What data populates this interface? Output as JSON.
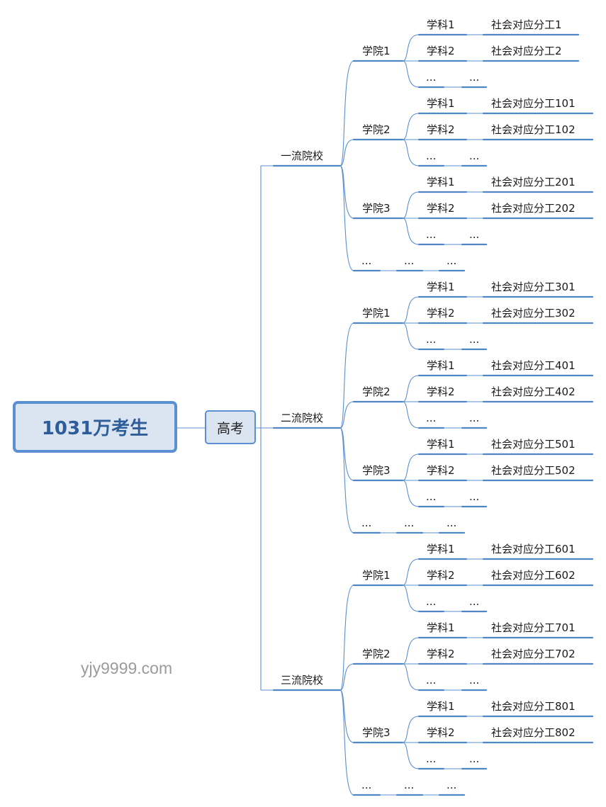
{
  "root": {
    "label": "1031万考生"
  },
  "gaokao": {
    "label": "高考"
  },
  "watermark": "yjy9999.com",
  "ellipsis": "...",
  "colors": {
    "line": "#5b8fcf",
    "underline": "#4f86c6",
    "box_fill": "#dbe5f2",
    "box_border": "#5a8fd2",
    "root_text": "#2e5d99"
  },
  "tiers": [
    {
      "label": "一流院校",
      "colleges": [
        {
          "label": "学院1",
          "subjects": [
            {
              "label": "学科1",
              "division": "社会对应分工1"
            },
            {
              "label": "学科2",
              "division": "社会对应分工2"
            }
          ]
        },
        {
          "label": "学院2",
          "subjects": [
            {
              "label": "学科1",
              "division": "社会对应分工101"
            },
            {
              "label": "学科2",
              "division": "社会对应分工102"
            }
          ]
        },
        {
          "label": "学院3",
          "subjects": [
            {
              "label": "学科1",
              "division": "社会对应分工201"
            },
            {
              "label": "学科2",
              "division": "社会对应分工202"
            }
          ]
        }
      ]
    },
    {
      "label": "二流院校",
      "colleges": [
        {
          "label": "学院1",
          "subjects": [
            {
              "label": "学科1",
              "division": "社会对应分工301"
            },
            {
              "label": "学科2",
              "division": "社会对应分工302"
            }
          ]
        },
        {
          "label": "学院2",
          "subjects": [
            {
              "label": "学科1",
              "division": "社会对应分工401"
            },
            {
              "label": "学科2",
              "division": "社会对应分工402"
            }
          ]
        },
        {
          "label": "学院3",
          "subjects": [
            {
              "label": "学科1",
              "division": "社会对应分工501"
            },
            {
              "label": "学科2",
              "division": "社会对应分工502"
            }
          ]
        }
      ]
    },
    {
      "label": "三流院校",
      "colleges": [
        {
          "label": "学院1",
          "subjects": [
            {
              "label": "学科1",
              "division": "社会对应分工601"
            },
            {
              "label": "学科2",
              "division": "社会对应分工602"
            }
          ]
        },
        {
          "label": "学院2",
          "subjects": [
            {
              "label": "学科1",
              "division": "社会对应分工701"
            },
            {
              "label": "学科2",
              "division": "社会对应分工702"
            }
          ]
        },
        {
          "label": "学院3",
          "subjects": [
            {
              "label": "学科1",
              "division": "社会对应分工801"
            },
            {
              "label": "学科2",
              "division": "社会对应分工802"
            }
          ]
        }
      ]
    }
  ]
}
